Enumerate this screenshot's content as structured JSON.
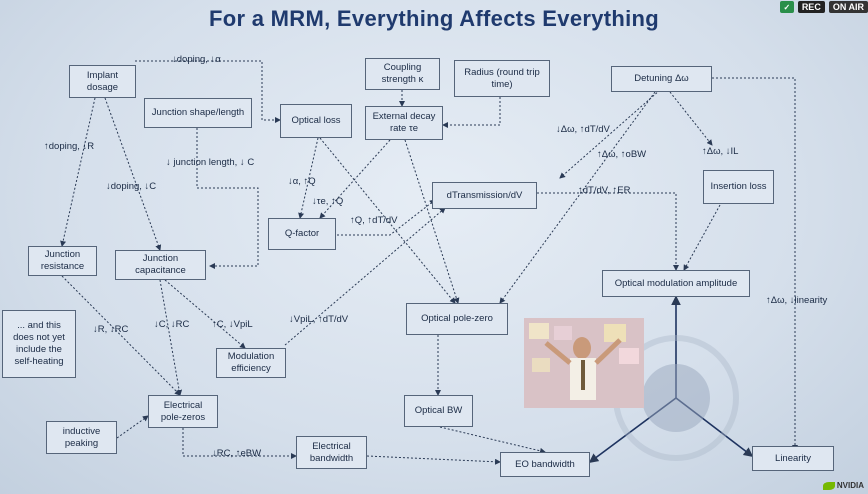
{
  "title": "For a MRM, Everything Affects Everything",
  "hud": {
    "rec": "REC",
    "on_air": "ON AIR"
  },
  "logo": "NVIDIA",
  "boxes": {
    "implant": "Implant dosage",
    "junction_shape": "Junction shape/length",
    "optical_loss": "Optical loss",
    "coupling": "Coupling strength κ",
    "radius": "Radius (round trip time)",
    "ext_decay": "External decay rate τe",
    "detuning": "Detuning Δω",
    "dtrans": "dTransmission/dV",
    "insertion_loss": "Insertion loss",
    "qfactor": "Q-factor",
    "junction_res": "Junction resistance",
    "junction_cap": "Junction capacitance",
    "opt_mod_amp": "Optical modulation amplitude",
    "note": "... and this does not yet include the self-heating",
    "opt_pole_zero": "Optical pole-zero",
    "mod_eff": "Modulation efficiency",
    "elec_pole": "Electrical pole-zeros",
    "inductive": "inductive peaking",
    "opt_bw": "Optical BW",
    "elec_bw": "Electrical bandwidth",
    "eo_bw": "EO bandwidth",
    "linearity": "Linearity"
  },
  "labels": {
    "l1": "↓doping, ↓α",
    "l2": "↑doping, ↓R",
    "l3": "↓doping, ↓C",
    "l4": "↓ junction length, ↓ C",
    "l5": "↓α, ↑Q",
    "l6": "↓τe, ↑Q",
    "l7": "↑Q, ↑dT/dV",
    "l8": "↓Δω, ↑dT/dV",
    "l9": "↑Δω, ↑oBW",
    "l10": "↑Δω, ↓IL",
    "l11": "↑dT/dV, ↑ER",
    "l12": "↓R, ↓RC",
    "l13": "↓C, ↓RC",
    "l14": "↑C, ↓VpiL",
    "l15": "↓VpiL, ↑dT/dV",
    "l16": "↑Δω, ↓linearity",
    "l17": "↓RC, ↑eBW"
  }
}
